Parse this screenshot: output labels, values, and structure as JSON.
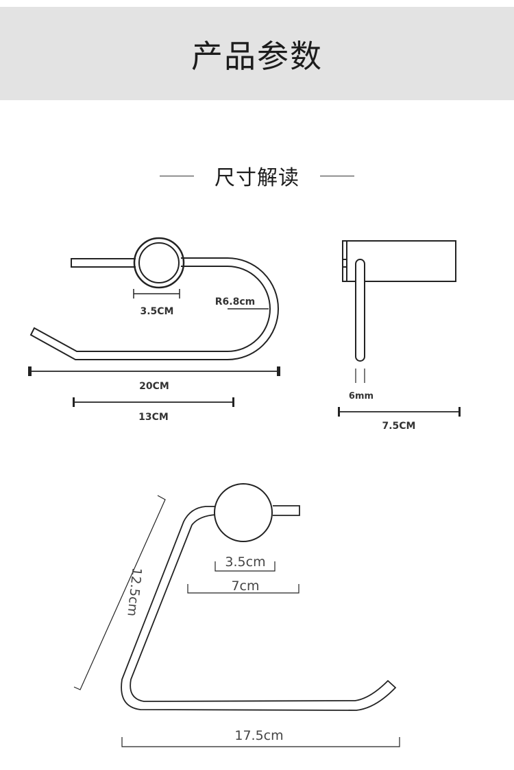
{
  "header": {
    "title": "产品参数"
  },
  "section": {
    "title": "尺寸解读"
  },
  "front_view": {
    "knob_diameter": "3.5CM",
    "radius": "R6.8cm",
    "total_width": "20CM",
    "bar_length": "13CM"
  },
  "side_view": {
    "thickness": "6mm",
    "depth": "7.5CM"
  },
  "perspective_view": {
    "knob_diameter": "3.5cm",
    "knob_span": "7cm",
    "height": "12.5cm",
    "length": "17.5cm"
  },
  "colors": {
    "header_bg": "#e3e3e3",
    "line": "#222222"
  }
}
